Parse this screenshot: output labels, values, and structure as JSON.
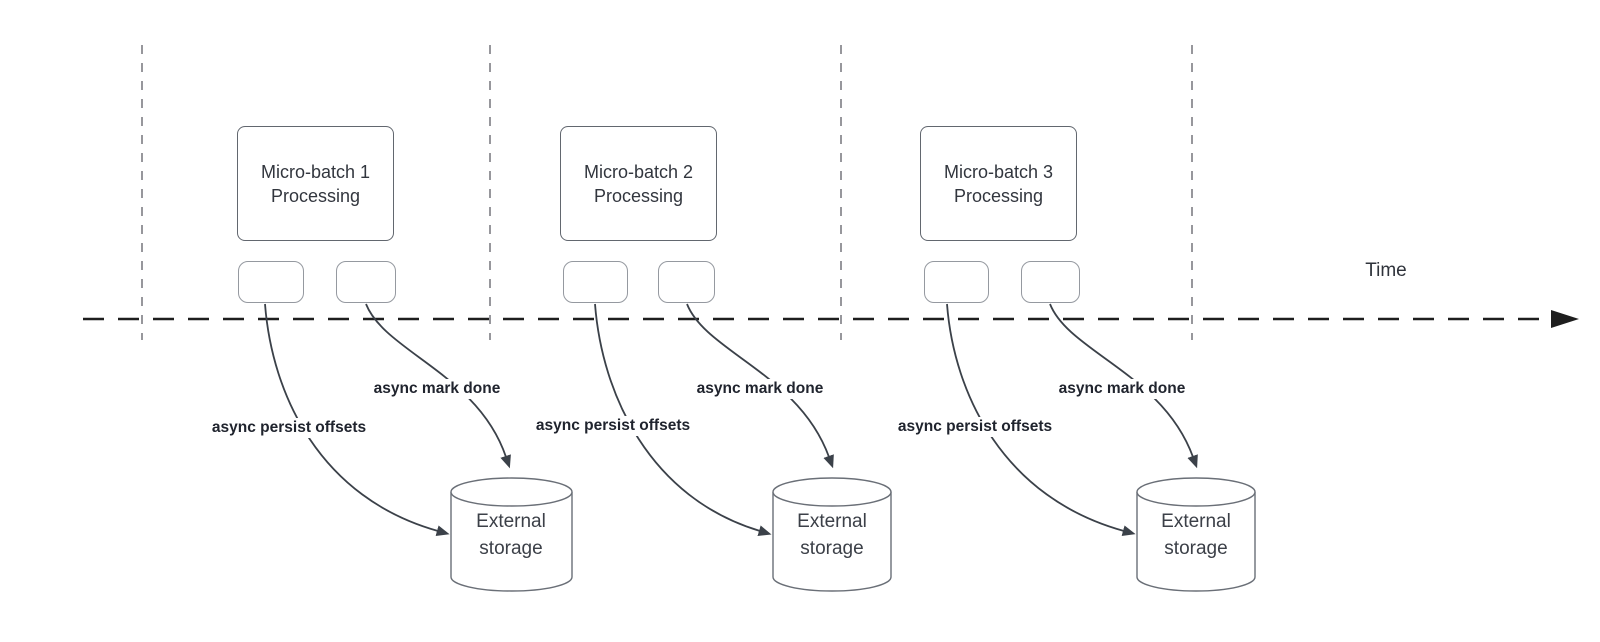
{
  "diagram": {
    "time_axis_label": "Time",
    "groups": [
      {
        "box_line1": "Micro-batch 1",
        "box_line2": "Processing",
        "persist_label": "async persist offsets",
        "done_label": "async mark done",
        "storage_line1": "External",
        "storage_line2": "storage"
      },
      {
        "box_line1": "Micro-batch 2",
        "box_line2": "Processing",
        "persist_label": "async persist offsets",
        "done_label": "async mark done",
        "storage_line1": "External",
        "storage_line2": "storage"
      },
      {
        "box_line1": "Micro-batch 3",
        "box_line2": "Processing",
        "persist_label": "async persist offsets",
        "done_label": "async mark done",
        "storage_line1": "External",
        "storage_line2": "storage"
      }
    ]
  }
}
